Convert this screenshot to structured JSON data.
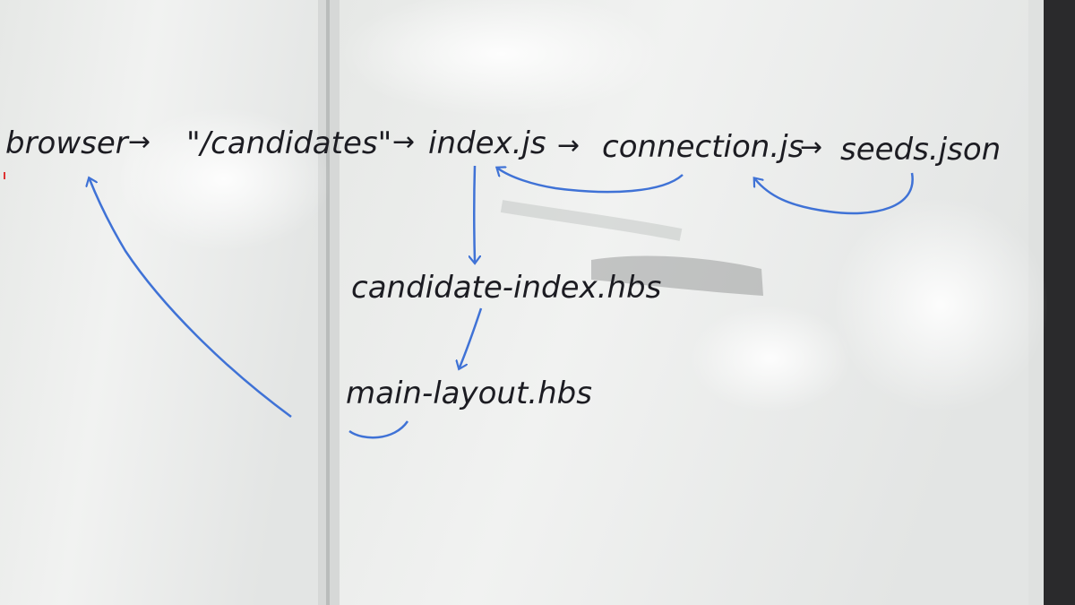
{
  "whiteboard": {
    "nodes": {
      "browser": "browser",
      "route": "\"/candidates\"",
      "index": "index.js",
      "connection": "connection.js",
      "seeds": "seeds.json",
      "candidate_index": "candidate-index.hbs",
      "main_layout": "main-layout.hbs"
    },
    "arrows": {
      "black": "→"
    },
    "colors": {
      "board": "#e9ebe9",
      "ink_black": "#1c1c22",
      "ink_blue": "#3f72d6",
      "frame": "#2a2a2c"
    }
  }
}
